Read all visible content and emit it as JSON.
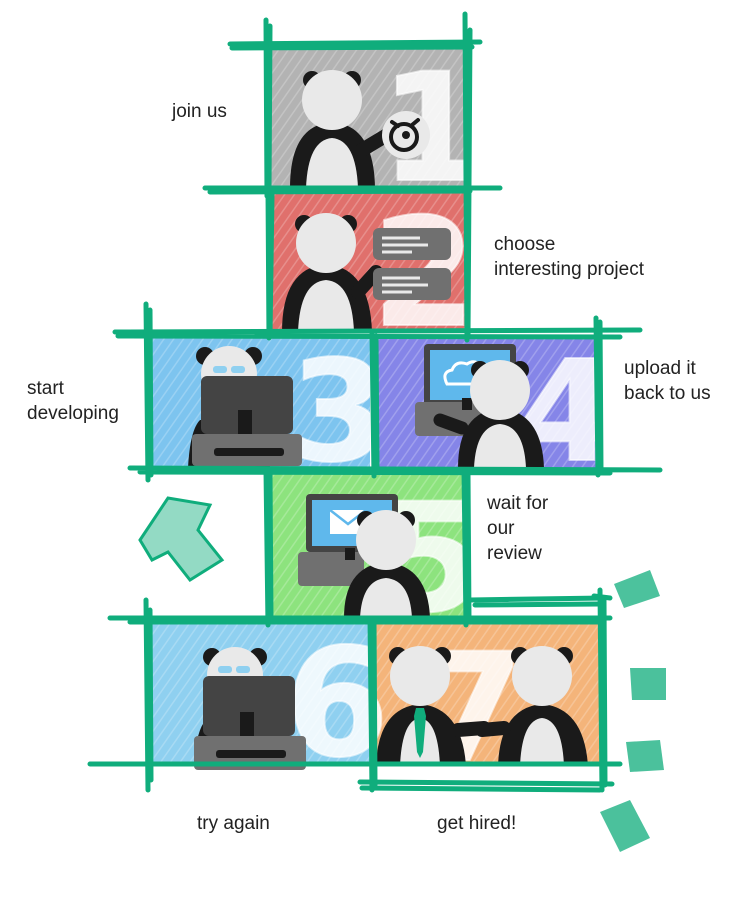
{
  "steps": [
    {
      "number": "1",
      "lines": [
        "join us"
      ],
      "color": "#b3b3b3"
    },
    {
      "number": "2",
      "lines": [
        "choose",
        "interesting project"
      ],
      "color": "#e0706c"
    },
    {
      "number": "3",
      "lines": [
        "start",
        "developing"
      ],
      "color": "#7dc4ef"
    },
    {
      "number": "4",
      "lines": [
        "upload it",
        "back to us"
      ],
      "color": "#8585e8"
    },
    {
      "number": "5",
      "lines": [
        "wait for",
        "our",
        "review"
      ],
      "color": "#8de37e"
    },
    {
      "number": "6",
      "lines": [
        "try again"
      ],
      "color": "#8fd0f0"
    },
    {
      "number": "7",
      "lines": [
        "get hired!"
      ],
      "color": "#f4b47a"
    }
  ],
  "colors": {
    "frame": "#10ad7c",
    "text": "#222222",
    "panda_face": "#e9e9e9",
    "panda_dark": "#1a1a1a",
    "device": "#555555",
    "screen": "#5fb8ec",
    "tie": "#10ad7c"
  },
  "icons": [
    "panda-logo-icon",
    "chat-bubble-icon",
    "monitor-icon",
    "cloud-icon",
    "envelope-icon",
    "laptop-icon",
    "arrow-icon",
    "tie-icon"
  ]
}
